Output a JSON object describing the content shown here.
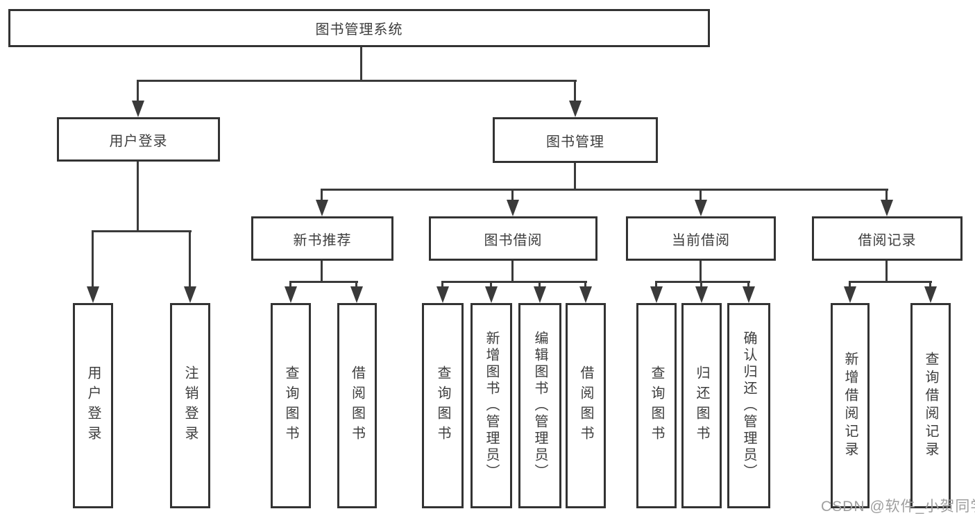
{
  "tree": {
    "root": {
      "label": "图书管理系统"
    },
    "branches": [
      {
        "label": "用户登录",
        "children": [
          {
            "label": "用户登录"
          },
          {
            "label": "注销登录"
          }
        ]
      },
      {
        "label": "图书管理",
        "children": [
          {
            "label": "新书推荐",
            "children": [
              {
                "label": "查询图书"
              },
              {
                "label": "借阅图书"
              }
            ]
          },
          {
            "label": "图书借阅",
            "children": [
              {
                "label": "查询图书"
              },
              {
                "label": "新增图书（管理员）"
              },
              {
                "label": "编辑图书（管理员）"
              },
              {
                "label": "借阅图书"
              }
            ]
          },
          {
            "label": "当前借阅",
            "children": [
              {
                "label": "查询图书"
              },
              {
                "label": "归还图书"
              },
              {
                "label": "确认归还（管理员）"
              }
            ]
          },
          {
            "label": "借阅记录",
            "children": [
              {
                "label": "新增借阅记录"
              },
              {
                "label": "查询借阅记录"
              }
            ]
          }
        ]
      }
    ]
  },
  "watermark": {
    "text": "CSDN @软件_小贺同学"
  },
  "colors": {
    "line": "#3a3a3a",
    "border": "#333333",
    "text": "#3d3d3d",
    "watermark": "#9e9e9e",
    "background": "#ffffff"
  }
}
